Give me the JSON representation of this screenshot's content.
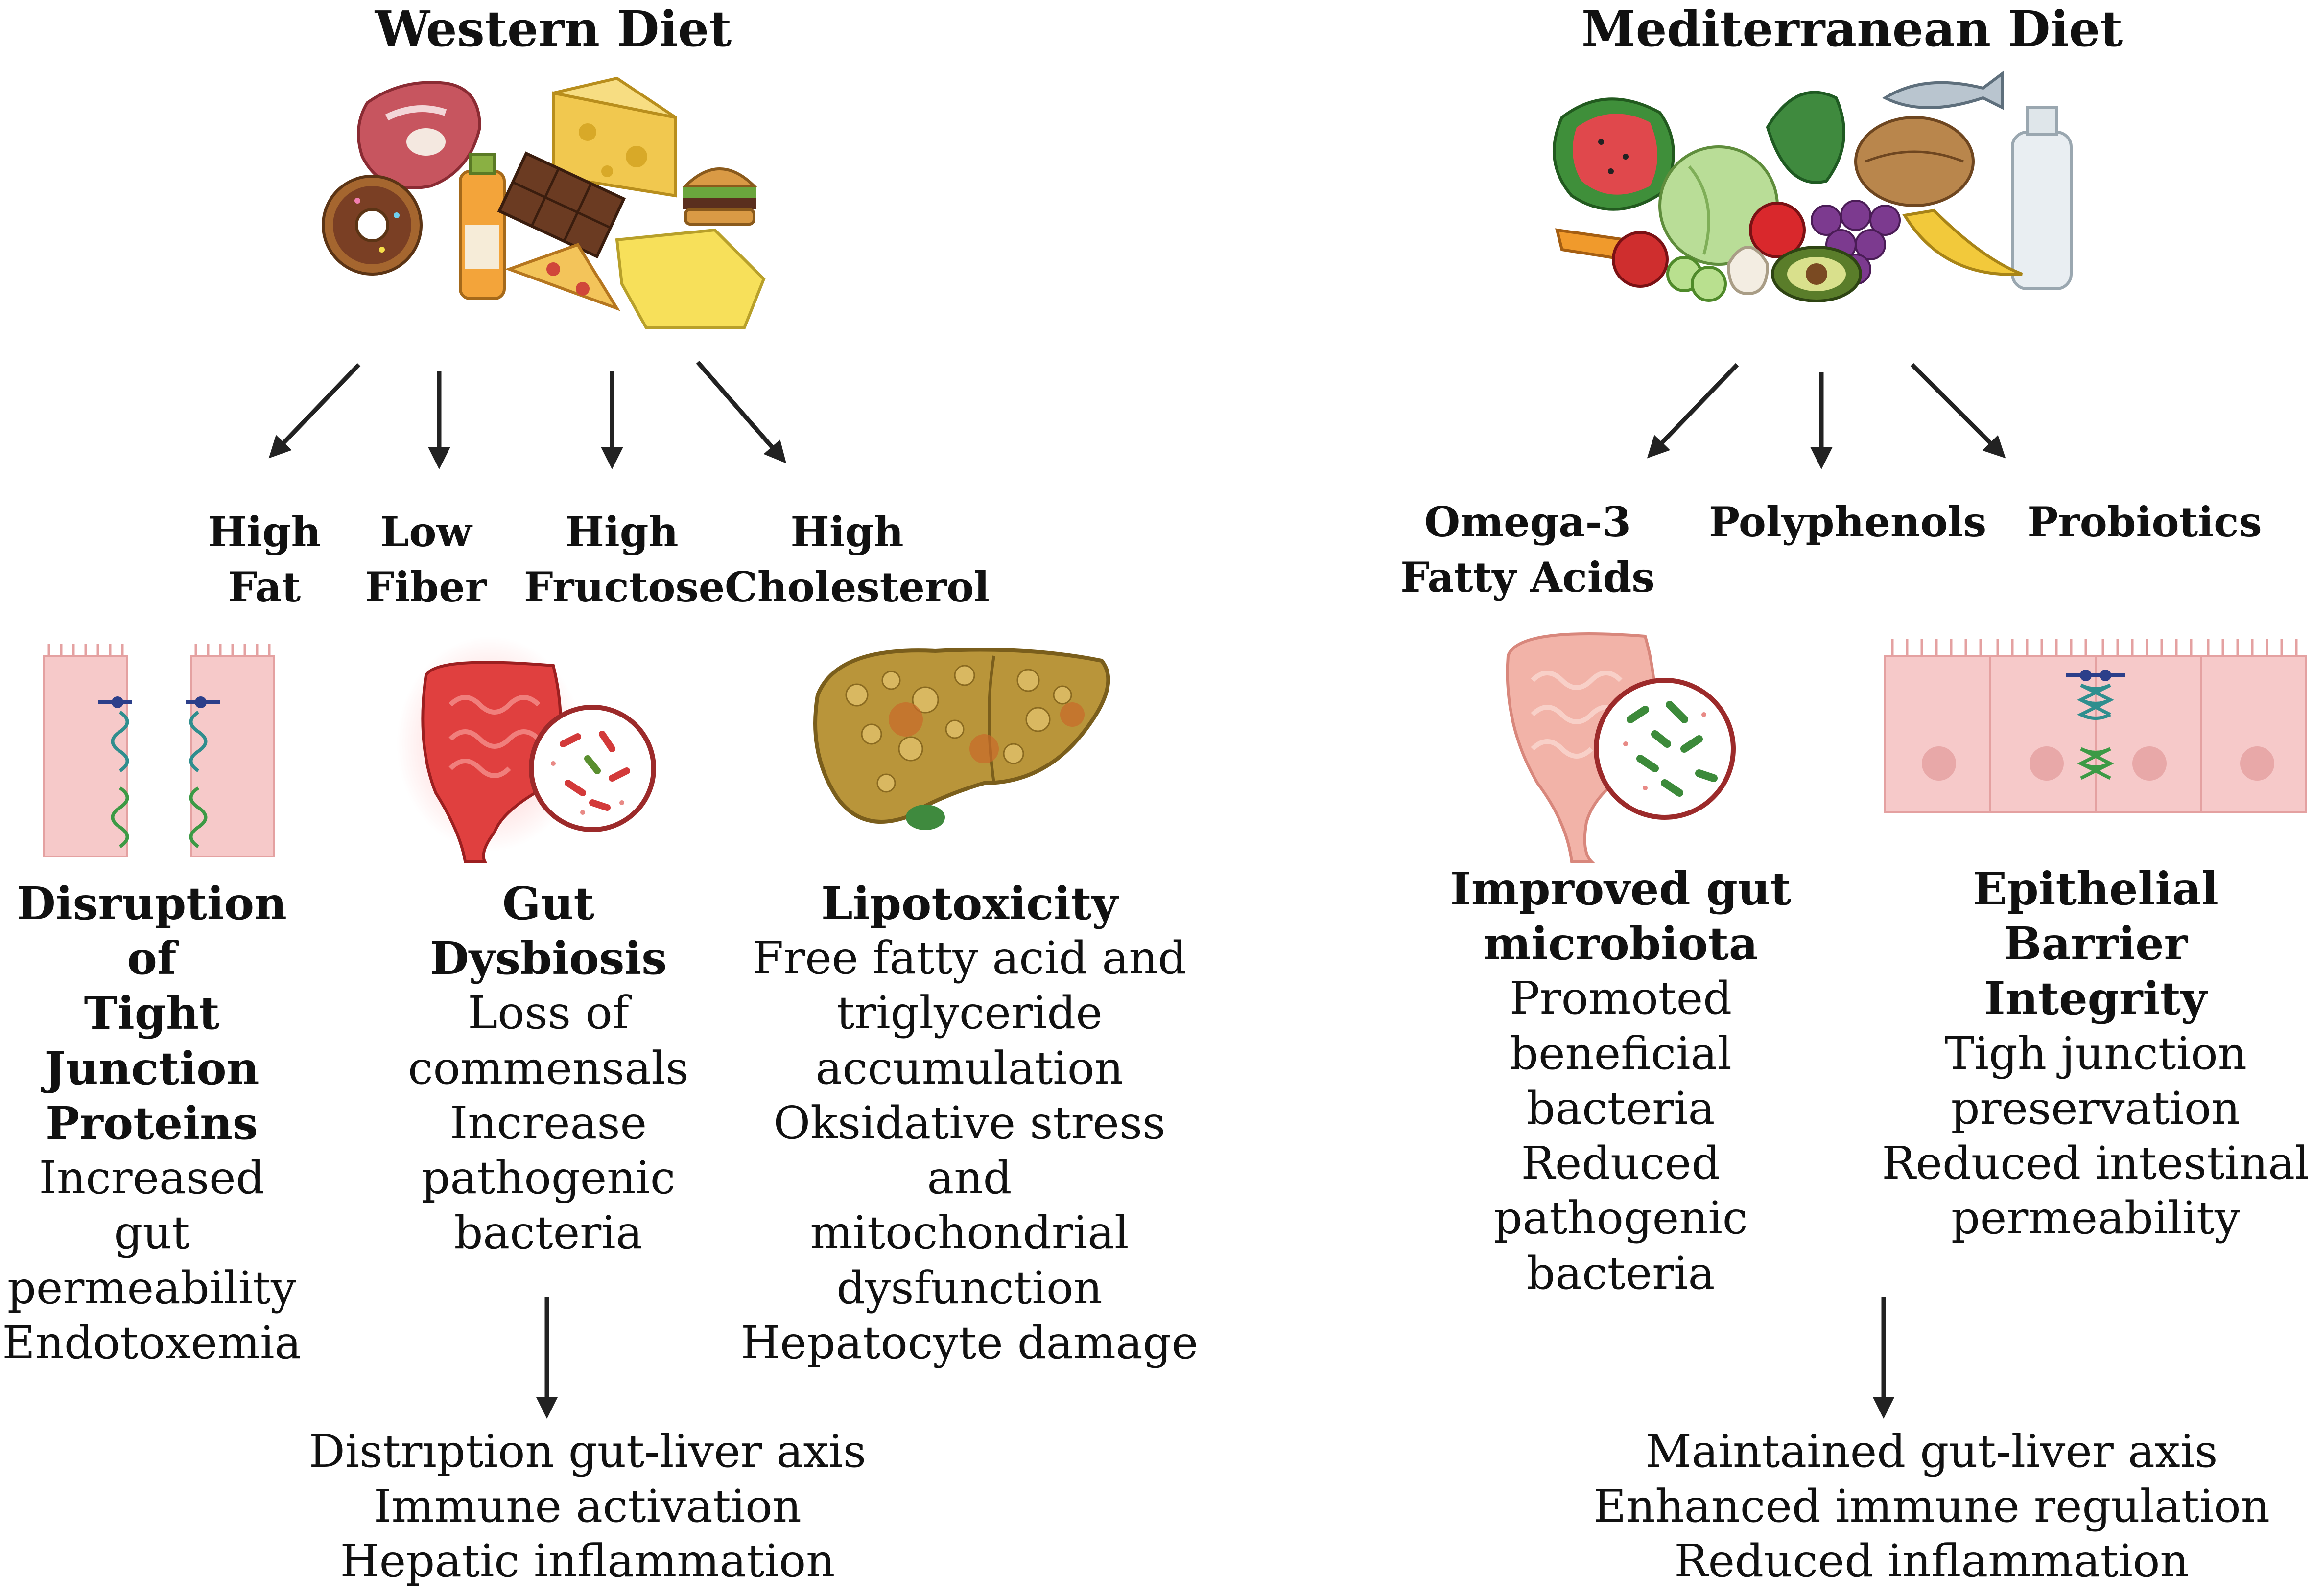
{
  "western": {
    "title": "Western Diet",
    "categories": [
      {
        "line1": "High",
        "line2": "Fat"
      },
      {
        "line1": "Low",
        "line2": "Fiber"
      },
      {
        "line1": "High",
        "line2": "Fructose"
      },
      {
        "line1": "High",
        "line2": "Cholesterol"
      }
    ],
    "tight_junction": {
      "heading": [
        "Disruption of",
        "Tight Junction",
        "Proteins"
      ],
      "lines": [
        "Increased gut",
        "permeability",
        "Endotoxemia"
      ]
    },
    "dysbiosis": {
      "heading": [
        "Gut",
        "Dysbiosis"
      ],
      "lines": [
        "Loss of",
        "commensals",
        "Increase",
        "pathogenic",
        "bacteria"
      ]
    },
    "lipotoxicity": {
      "heading": [
        "Lipotoxicity"
      ],
      "lines": [
        "Free fatty acid and",
        "triglyceride",
        "accumulation",
        "Oksidative stress and",
        "mitochondrial",
        "dysfunction",
        "Hepatocyte damage"
      ]
    },
    "outcome": [
      "Distrıption gut-liver axis",
      "Immune activation",
      "Hepatic inflammation"
    ]
  },
  "mediterranean": {
    "title": "Mediterranean Diet",
    "categories": [
      {
        "line1": "Omega-3",
        "line2": "Fatty Acids"
      },
      {
        "line1": "Polyphenols",
        "line2": ""
      },
      {
        "line1": "Probiotics",
        "line2": ""
      }
    ],
    "microbiota": {
      "heading": [
        "Improved gut",
        "microbiota"
      ],
      "lines": [
        "Promoted",
        "beneficial",
        "bacteria",
        "Reduced",
        "pathogenic",
        "bacteria"
      ]
    },
    "barrier": {
      "heading": [
        "Epithelial Barrier",
        "Integrity"
      ],
      "lines": [
        "Tigh junction",
        "preservation",
        "Reduced intestinal",
        "permeability"
      ]
    },
    "outcome": [
      "Maintained gut-liver axis",
      "Enhanced immune regulation",
      "Reduced inflammation"
    ]
  },
  "colors": {
    "arrow": "#222222",
    "epithelium": "#f6c9c9",
    "gut": "#e88a86",
    "inflamed_gut": "#e0403f",
    "liver": "#b9953a",
    "junction_teal": "#2f8e8e",
    "junction_green": "#3c9a45",
    "junction_blue": "#2c3f8a"
  },
  "icons": {
    "western_food": "western-food-illustration",
    "mediterranean_food": "mediterranean-food-illustration",
    "disrupted_junction": "disrupted-tight-junction-illustration",
    "inflamed_gut": "inflamed-gut-illustration",
    "fatty_liver": "fatty-liver-illustration",
    "healthy_gut": "healthy-gut-illustration",
    "intact_epithelium": "intact-epithelium-illustration"
  }
}
